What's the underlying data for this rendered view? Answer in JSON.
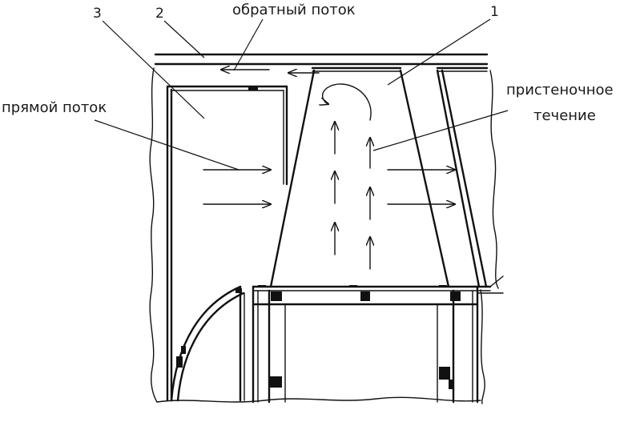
{
  "labels": {
    "callout_1": "1",
    "callout_2": "2",
    "callout_3": "3",
    "reverse_flow": "обратный поток",
    "direct_flow": "прямой поток",
    "wall_flow_line1": "пристеночное",
    "wall_flow_line2": "течение"
  }
}
